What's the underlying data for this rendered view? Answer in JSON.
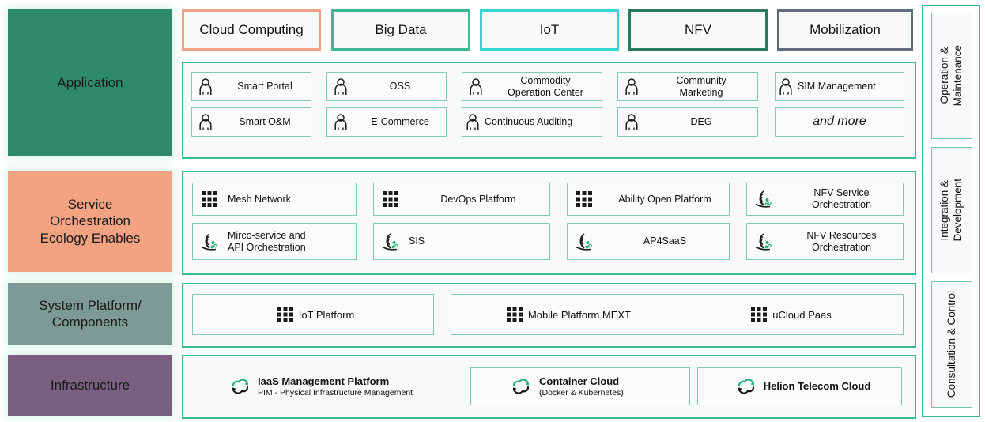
{
  "layers": [
    {
      "label": "Application",
      "color": "#2f8a6a"
    },
    {
      "label": "Service\nOrchestration\nEcology Enables",
      "color": "#f3a382"
    },
    {
      "label": "System Platform/\nComponents",
      "color": "#7e9a94"
    },
    {
      "label": "Infrastructure",
      "color": "#7a5f80"
    }
  ],
  "categories": [
    {
      "label": "Cloud Computing",
      "color": "#f0a183"
    },
    {
      "label": "Big Data",
      "color": "#3bb894"
    },
    {
      "label": "IoT",
      "color": "#36d3d3"
    },
    {
      "label": "NFV",
      "color": "#2c7a5e"
    },
    {
      "label": "Mobilization",
      "color": "#5d6d7c"
    }
  ],
  "application": {
    "items": [
      {
        "label": "Smart Portal",
        "icon": "person-icon"
      },
      {
        "label": "OSS",
        "icon": "person-icon"
      },
      {
        "label": "Commodity\nOperation Center",
        "icon": "person-icon"
      },
      {
        "label": "Community\nMarketing",
        "icon": "person-icon"
      },
      {
        "label": "SIM Management",
        "icon": "person-icon"
      },
      {
        "label": "Smart O&M",
        "icon": "person-icon"
      },
      {
        "label": "E-Commerce",
        "icon": "person-icon"
      },
      {
        "label": "Continuous Auditing",
        "icon": "person-icon"
      },
      {
        "label": "DEG",
        "icon": "person-icon"
      },
      {
        "label": "and more",
        "icon": "none"
      }
    ]
  },
  "service_orchestration": {
    "items": [
      {
        "label": "Mesh Network",
        "icon": "grid-icon"
      },
      {
        "label": "DevOps Platform",
        "icon": "grid-icon"
      },
      {
        "label": "Ability Open Platform",
        "icon": "grid-icon"
      },
      {
        "label": "NFV Service\nOrchestration",
        "icon": "swoosh-icon"
      },
      {
        "label": "Mirco-service and\nAPI Orchestration",
        "icon": "swoosh-icon"
      },
      {
        "label": "SIS",
        "icon": "swoosh-icon"
      },
      {
        "label": "AP4SaaS",
        "icon": "swoosh-icon"
      },
      {
        "label": "NFV Resources\nOrchestration",
        "icon": "swoosh-icon"
      }
    ]
  },
  "system_platform": {
    "items": [
      {
        "label": "IoT Platform",
        "icon": "grid-icon"
      },
      {
        "label": "Mobile Platform MEXT",
        "icon": "grid-icon"
      },
      {
        "label": "uCloud Paas",
        "icon": "grid-icon"
      }
    ]
  },
  "infrastructure": {
    "items": [
      {
        "title": "IaaS Management Platform",
        "subtitle": "PIM - Physical Infrastructure Management",
        "icon": "cloud-cycle-icon"
      },
      {
        "title": "Container Cloud",
        "subtitle": "(Docker & Kubernetes)",
        "icon": "cloud-cycle-icon"
      },
      {
        "title": "Helion Telecom Cloud",
        "subtitle": "",
        "icon": "cloud-cycle-icon"
      }
    ]
  },
  "sidebar": {
    "items": [
      {
        "label": "Operation &\nMaintenance"
      },
      {
        "label": "Integration &\nDevelopment"
      },
      {
        "label": "Consultation & Control"
      }
    ]
  },
  "theme": {
    "teal": "#3bb894",
    "teal_light": "#7fcdb8",
    "panel_bg": "#f8f9f9",
    "page_bg": "#ffffff"
  }
}
